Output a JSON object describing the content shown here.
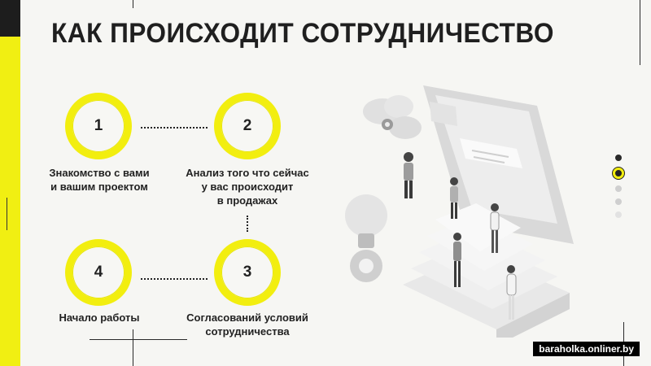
{
  "title": "КАК ПРОИСХОДИТ СОТРУДНИЧЕСТВО",
  "steps": [
    {
      "number": "1",
      "label_lines": [
        "Знакомство с вами",
        "и вашим проектом"
      ]
    },
    {
      "number": "2",
      "label_lines": [
        "Анализ того что сейчас",
        "у вас происходит",
        "в продажах"
      ]
    },
    {
      "number": "3",
      "label_lines": [
        "Согласований условий",
        "сотрудничества"
      ]
    },
    {
      "number": "4",
      "label_lines": [
        "Начало работы"
      ]
    }
  ],
  "pager": {
    "count": 5,
    "active_index": 1
  },
  "watermark": "baraholka.onliner.by",
  "colors": {
    "accent": "#f2ee0f",
    "dark": "#1d1d1d",
    "background": "#f6f6f3"
  }
}
